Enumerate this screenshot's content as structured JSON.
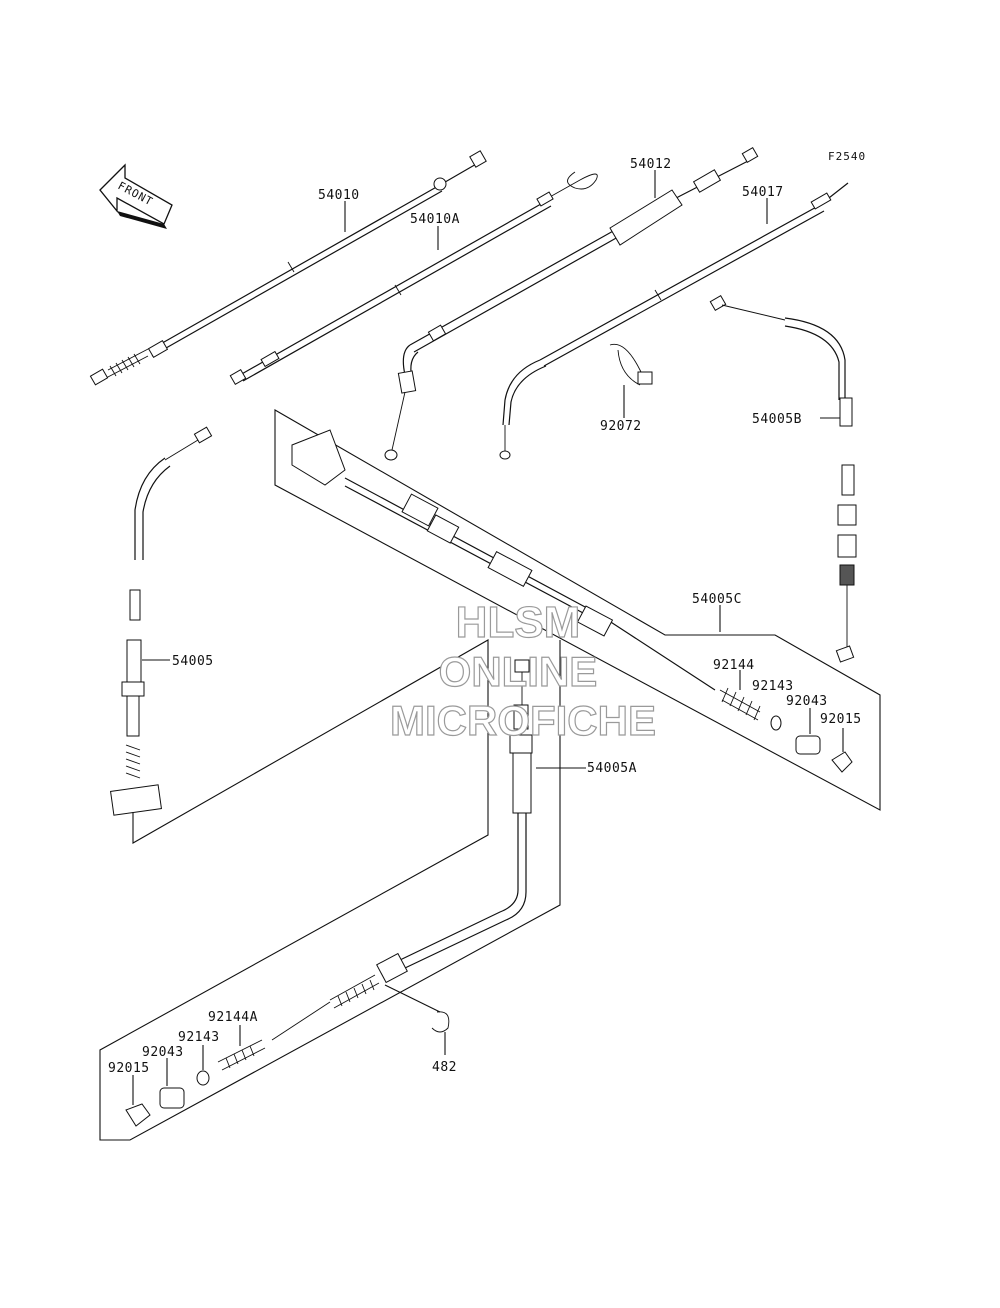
{
  "figure_code": "F2540",
  "front_arrow_label": "FRONT",
  "watermark": {
    "line1": "HLSM",
    "line2": "ONLINE",
    "line3": "MICROFICHE"
  },
  "callouts": {
    "p54010": "54010",
    "p54010A": "54010A",
    "p54012": "54012",
    "p54017": "54017",
    "p92072": "92072",
    "p54005B": "54005B",
    "p54005": "54005",
    "p54005C": "54005C",
    "p92144_r": "92144",
    "p92143_r": "92143",
    "p92043_r": "92043",
    "p92015_r": "92015",
    "p54005A": "54005A",
    "p92144A": "92144A",
    "p92143_l": "92143",
    "p92043_l": "92043",
    "p92015_l": "92015",
    "p482": "482"
  }
}
